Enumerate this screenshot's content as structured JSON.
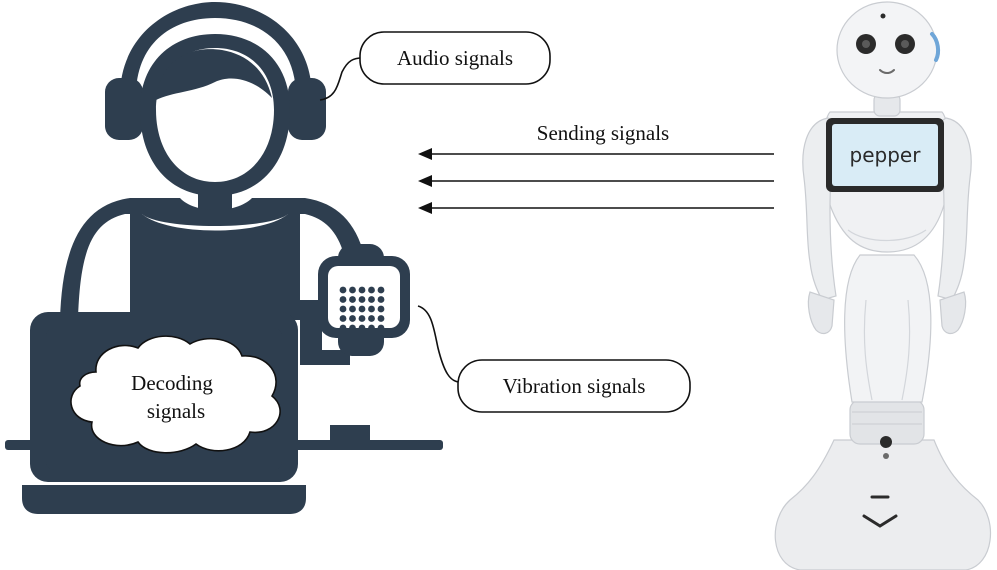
{
  "labels": {
    "audio": "Audio signals",
    "vibration": "Vibration signals",
    "sending": "Sending signals",
    "decoding_line1": "Decoding",
    "decoding_line2": "signals",
    "robot_screen": "pepper"
  },
  "colors": {
    "person": "#2e3e4f",
    "line": "#111111",
    "robot_body": "#ecedef",
    "robot_shade": "#c9ccd1",
    "screen": "#d9ecf6"
  },
  "icons": {
    "person": "person-with-headphones-icon",
    "laptop": "laptop-icon",
    "watch": "vibration-watch-icon",
    "robot": "pepper-robot-icon"
  }
}
